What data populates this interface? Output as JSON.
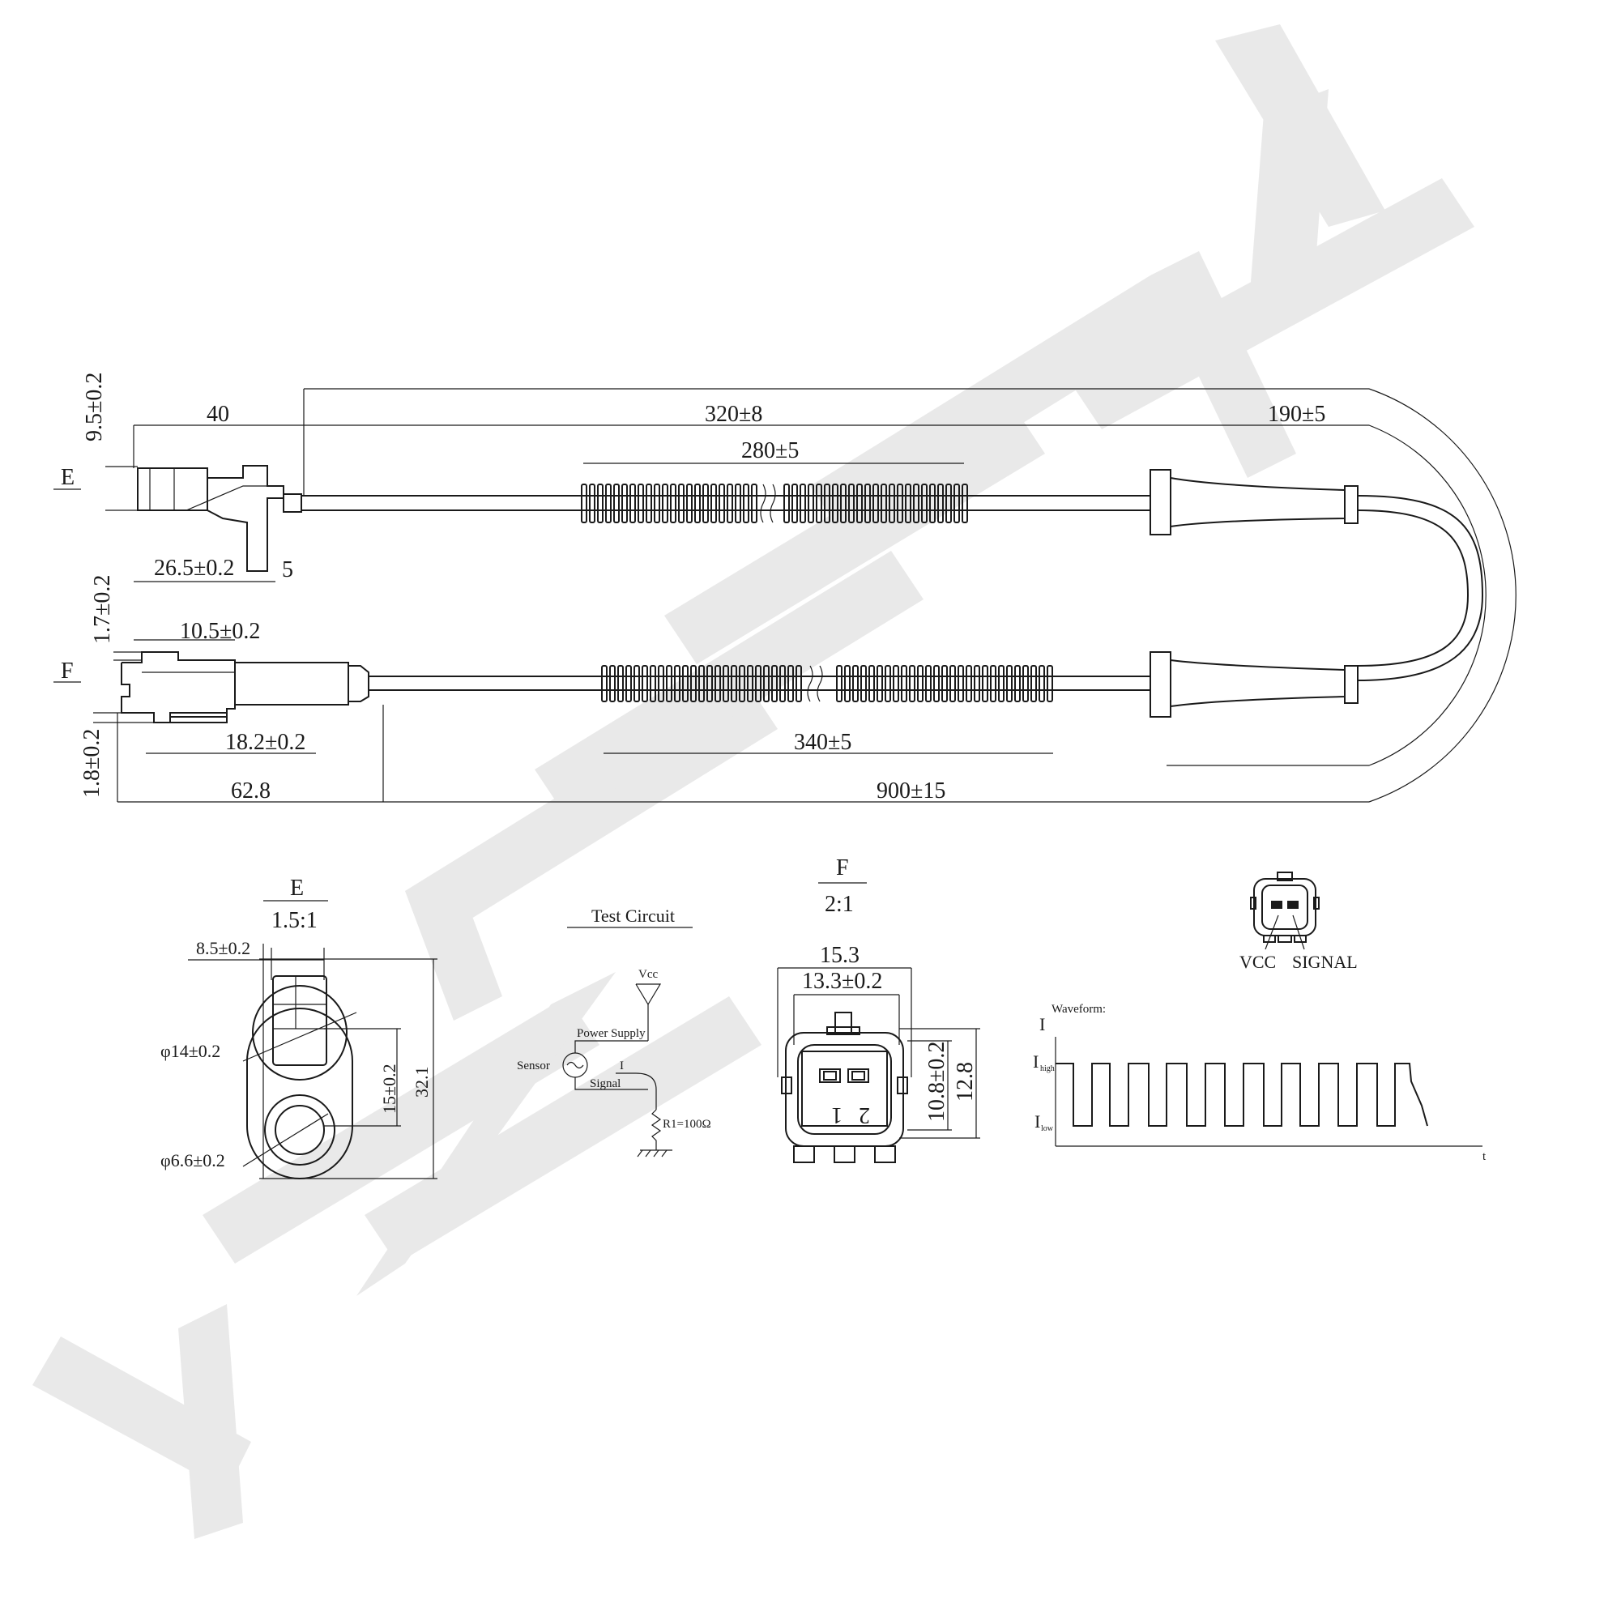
{
  "watermark": {
    "text": "ZENMEK",
    "color": "#e9e9e9"
  },
  "dimensions": {
    "d40": "40",
    "d320": "320±8",
    "d190": "190±5",
    "d280": "280±5",
    "d9_5": "9.5±0.2",
    "d26_5": "26.5±0.2",
    "d5": "5",
    "d1_7": "1.7±0.2",
    "d10_5": "10.5±0.2",
    "d18_2": "18.2±0.2",
    "d1_8": "1.8±0.2",
    "d62_8": "62.8",
    "d340": "340±5",
    "d900": "900±15"
  },
  "labels": {
    "E": "E",
    "F": "F"
  },
  "detail_e": {
    "title": "E",
    "scale": "1.5:1",
    "d8_5": "8.5±0.2",
    "d14": "φ14±0.2",
    "d6_6": "φ6.6±0.2",
    "d15": "15±0.2",
    "d32_1": "32.1"
  },
  "test_circuit": {
    "title": "Test Circuit",
    "vcc": "Vcc",
    "power_supply": "Power Supply",
    "sensor": "Sensor",
    "current": "I",
    "signal": "Signal",
    "resistor": "R1=100Ω"
  },
  "detail_f": {
    "title": "F",
    "scale": "2:1",
    "d15_3": "15.3",
    "d13_3": "13.3±0.2",
    "d10_8": "10.8±0.2",
    "d12_8": "12.8",
    "pin1": "1",
    "pin2": "2"
  },
  "pinout": {
    "vcc": "VCC",
    "signal": "SIGNAL"
  },
  "waveform": {
    "title": "Waveform:",
    "y_axis": "I",
    "i_high": "I",
    "i_high_sub": "high",
    "i_low": "I",
    "i_low_sub": "low",
    "x_axis": "t"
  }
}
